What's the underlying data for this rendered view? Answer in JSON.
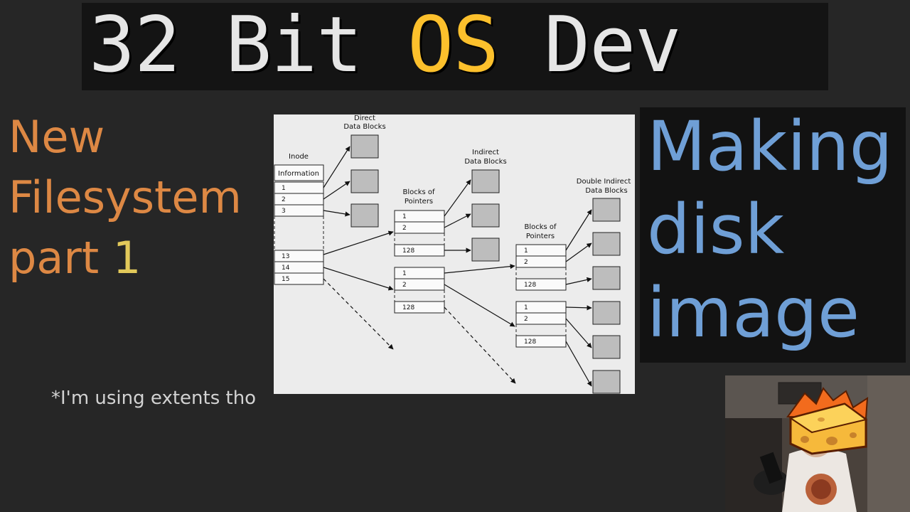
{
  "header": {
    "title_part1": "32 Bit ",
    "title_accent": "OS",
    "title_part2": " Dev"
  },
  "left": {
    "line1": "New",
    "line2": "Filesystem",
    "line3": "part ",
    "number": "1",
    "footnote": "*I'm using extents tho"
  },
  "right": {
    "line1": "Making",
    "line2": "disk",
    "line3": "image"
  },
  "diagram": {
    "direct_label_1": "Direct",
    "direct_label_2": "Data Blocks",
    "inode_label": "Inode",
    "inode_info": "Information",
    "inode_entries": [
      "1",
      "2",
      "3",
      "13",
      "14",
      "15"
    ],
    "bop_label_1": "Blocks of",
    "bop_label_2": "Pointers",
    "bop_entries": [
      "1",
      "2",
      "128"
    ],
    "indirect_label_1": "Indirect",
    "indirect_label_2": "Data Blocks",
    "double_label_1": "Double Indirect",
    "double_label_2": "Data Blocks"
  },
  "colors": {
    "background": "#262626",
    "title_text": "#e6e6e6",
    "title_accent": "#fcc02c",
    "left_title": "#dd8844",
    "part_number": "#e2c95a",
    "right_title": "#6f9fd6"
  }
}
